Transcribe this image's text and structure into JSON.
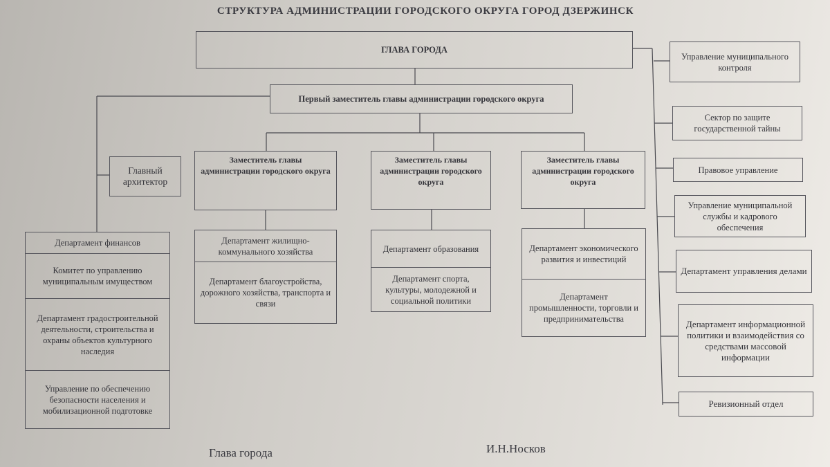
{
  "title": "СТРУКТУРА АДМИНИСТРАЦИИ ГОРОДСКОГО ОКРУГА ГОРОД ДЗЕРЖИНСК",
  "head": "ГЛАВА ГОРОДА",
  "first_deputy": "Первый заместитель главы администрации городского округа",
  "chief_architect": "Главный архитектор",
  "deputies": [
    "Заместитель главы администрации городского округа",
    "Заместитель главы администрации городского округа",
    "Заместитель главы администрации городского округа"
  ],
  "finance_column": [
    "Департамент финансов",
    "Комитет по управлению муниципальным имуществом",
    "Департамент градостроительной деятельности, строительства и охраны объектов культурного наследия",
    "Управление по обеспечению безопасности населения и мобилизационной подготовке"
  ],
  "deputy1_units": [
    "Департамент жилищно-коммунального хозяйства",
    "Департамент благоустройства, дорожного хозяйства, транспорта и связи"
  ],
  "deputy2_units": [
    "Департамент образования",
    "Департамент спорта, культуры, молодежной и социальной политики"
  ],
  "deputy3_units": [
    "Департамент экономического развития и инвестиций",
    "Департамент промышленности, торговли и предпринимательства"
  ],
  "right_column": [
    "Управление муниципального контроля",
    "Сектор по защите государственной тайны",
    "Правовое управление",
    "Управление муниципальной службы и кадрового обеспечения",
    "Департамент управления делами",
    "Департамент информационной политики и взаимодействия со средствами массовой информации",
    "Ревизионный отдел"
  ],
  "signature": {
    "position": "Глава города",
    "name": "И.Н.Носков"
  }
}
